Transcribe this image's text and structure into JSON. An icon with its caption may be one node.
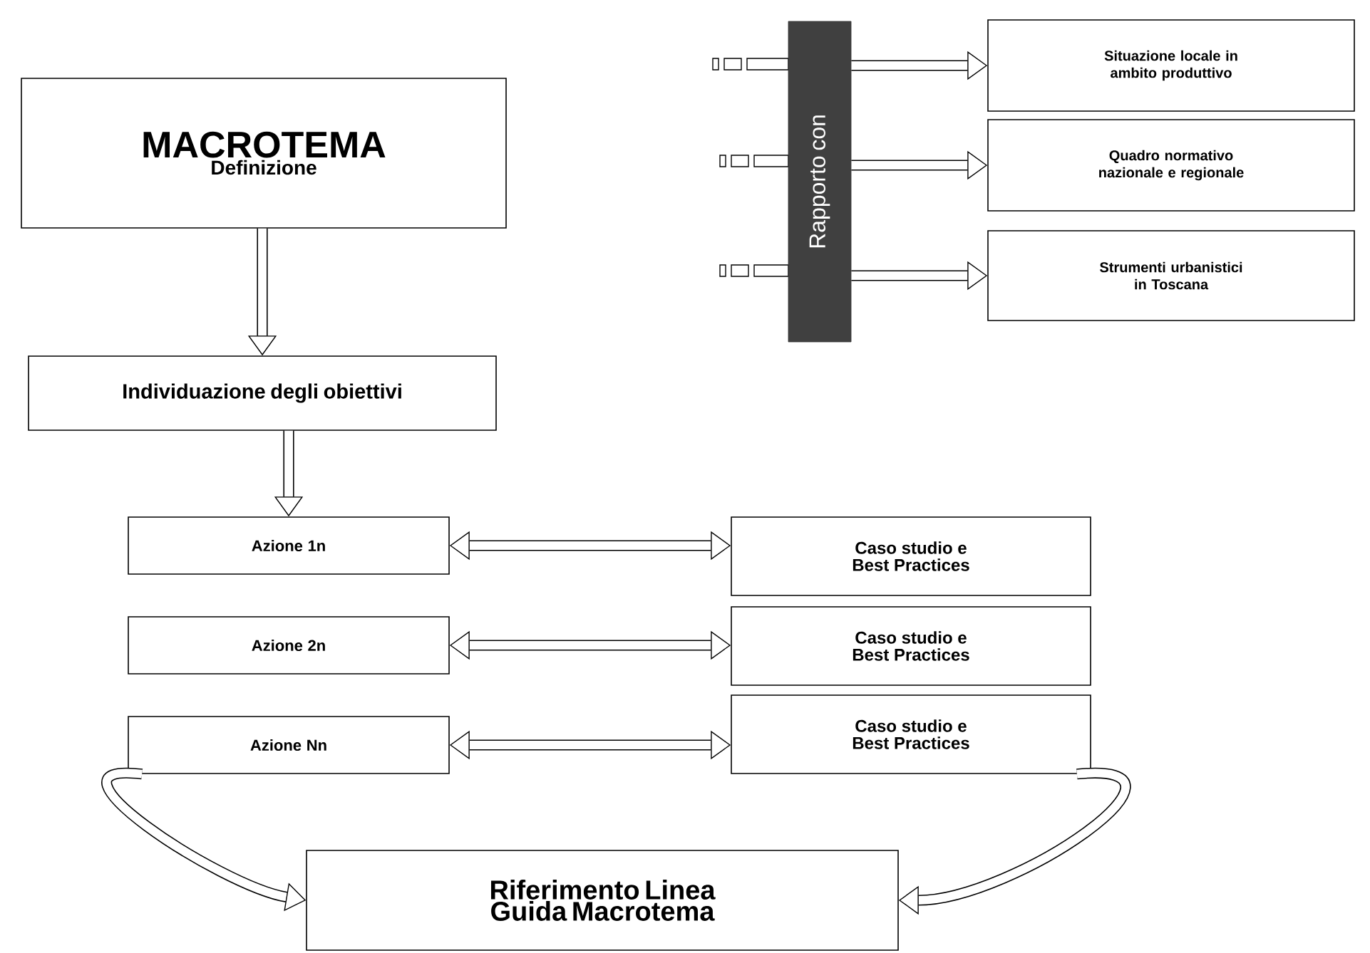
{
  "diagram": {
    "nodes": [
      {
        "text": [
          "MACROTEMA",
          "Definizione"
        ]
      },
      {
        "text": [
          "Individuazione degli obiettivi"
        ]
      },
      {
        "text": [
          "Azione 1n"
        ]
      },
      {
        "text": [
          "Azione 2n"
        ]
      },
      {
        "text": [
          "Azione Nn"
        ]
      },
      {
        "text": [
          "Caso studio e Best Practices"
        ]
      },
      {
        "text": [
          "Caso studio e Best Practices"
        ]
      },
      {
        "text": [
          "Caso studio e Best Practices"
        ]
      },
      {
        "text": [
          "Riferimento Linea Guida Macrotema"
        ]
      },
      {
        "text": [
          "Rapporto con"
        ]
      },
      {
        "text": [
          "Situazione locale in ambito produttivo"
        ]
      },
      {
        "text": [
          "Quadro normativo nazionale e regionale"
        ]
      },
      {
        "text": [
          "Strumenti urbanistici in Toscana"
        ]
      }
    ],
    "edges": [
      {
        "from": 0,
        "to": 1,
        "arrow": "to"
      },
      {
        "from": 1,
        "to": 2,
        "arrow": "to"
      },
      {
        "from": 2,
        "to": 5,
        "arrow": "both"
      },
      {
        "from": 3,
        "to": 6,
        "arrow": "both"
      },
      {
        "from": 4,
        "to": 7,
        "arrow": "both"
      },
      {
        "from": 4,
        "to": 8,
        "arrow": "to"
      },
      {
        "from": 7,
        "to": 8,
        "arrow": "to"
      },
      {
        "from": 9,
        "to": 10,
        "arrow": "to"
      },
      {
        "from": 9,
        "to": 11,
        "arrow": "to"
      },
      {
        "from": 9,
        "to": 12,
        "arrow": "to"
      }
    ]
  }
}
